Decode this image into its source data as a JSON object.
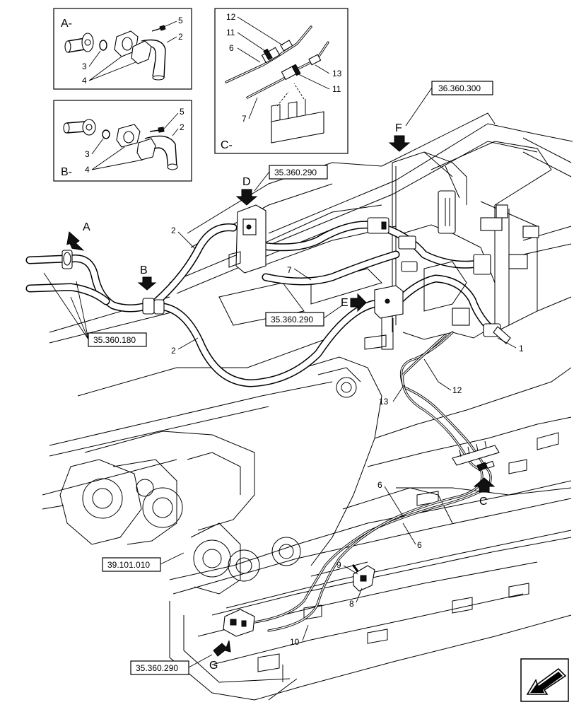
{
  "views": {
    "a_title": "A-",
    "b_title": "B-",
    "c_title": "C-"
  },
  "refs": {
    "ref_36360300": "36.360.300",
    "ref_35360290_d": "35.360.290",
    "ref_35360290_e": "35.360.290",
    "ref_35360180": "35.360.180",
    "ref_39101010": "39.101.010",
    "ref_35360290_g": "35.360.290"
  },
  "arrows": {
    "a": "A",
    "b": "B",
    "c": "C",
    "d": "D",
    "e": "E",
    "f": "F",
    "g": "G"
  },
  "callouts": {
    "a_5": "5",
    "a_2": "2",
    "a_3": "3",
    "a_4": "4",
    "b_5": "5",
    "b_2": "2",
    "b_3": "3",
    "b_4": "4",
    "c_12": "12",
    "c_11a": "11",
    "c_6": "6",
    "c_13": "13",
    "c_11b": "11",
    "c_7": "7",
    "m_2a": "2",
    "m_2b": "2",
    "m_7": "7",
    "m_1": "1",
    "m_12": "12",
    "m_13": "13",
    "m_6a": "6",
    "m_6b": "6",
    "m_9": "9",
    "m_8": "8",
    "m_10": "10"
  },
  "icons": {
    "nav": "previous-page-arrow-icon"
  }
}
